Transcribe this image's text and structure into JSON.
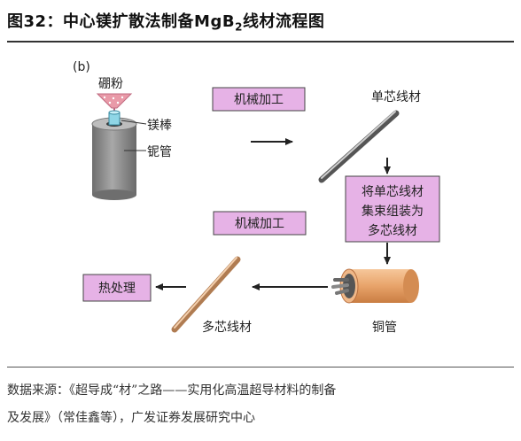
{
  "title": {
    "prefix": "图32：中心镁扩散法制备MgB",
    "subscript": "2",
    "suffix": "线材流程图"
  },
  "diagram": {
    "panel_label": "(b)",
    "labels": {
      "boron_powder": "硼粉",
      "mg_rod": "镁棒",
      "nb_tube": "铌管",
      "single_core_wire": "单芯线材",
      "copper_tube": "铜管",
      "multi_core_wire": "多芯线材"
    },
    "boxes": {
      "machining_1": "机械加工",
      "assemble": [
        "将单芯线材",
        "集束组装为",
        "多芯线材"
      ],
      "machining_2": "机械加工",
      "heat_treatment": "热处理"
    },
    "colors": {
      "box_fill": "#e6b2e6",
      "box_stroke": "#444444",
      "copper": "#e8a36a",
      "cylinder": "#8c8c8c",
      "funnel": "#e99aa8"
    }
  },
  "source": {
    "line1": "数据来源：《超导成“材”之路——实用化高温超导材料的制备",
    "line2": "及发展》（常佳鑫等），广发证券发展研究中心"
  }
}
